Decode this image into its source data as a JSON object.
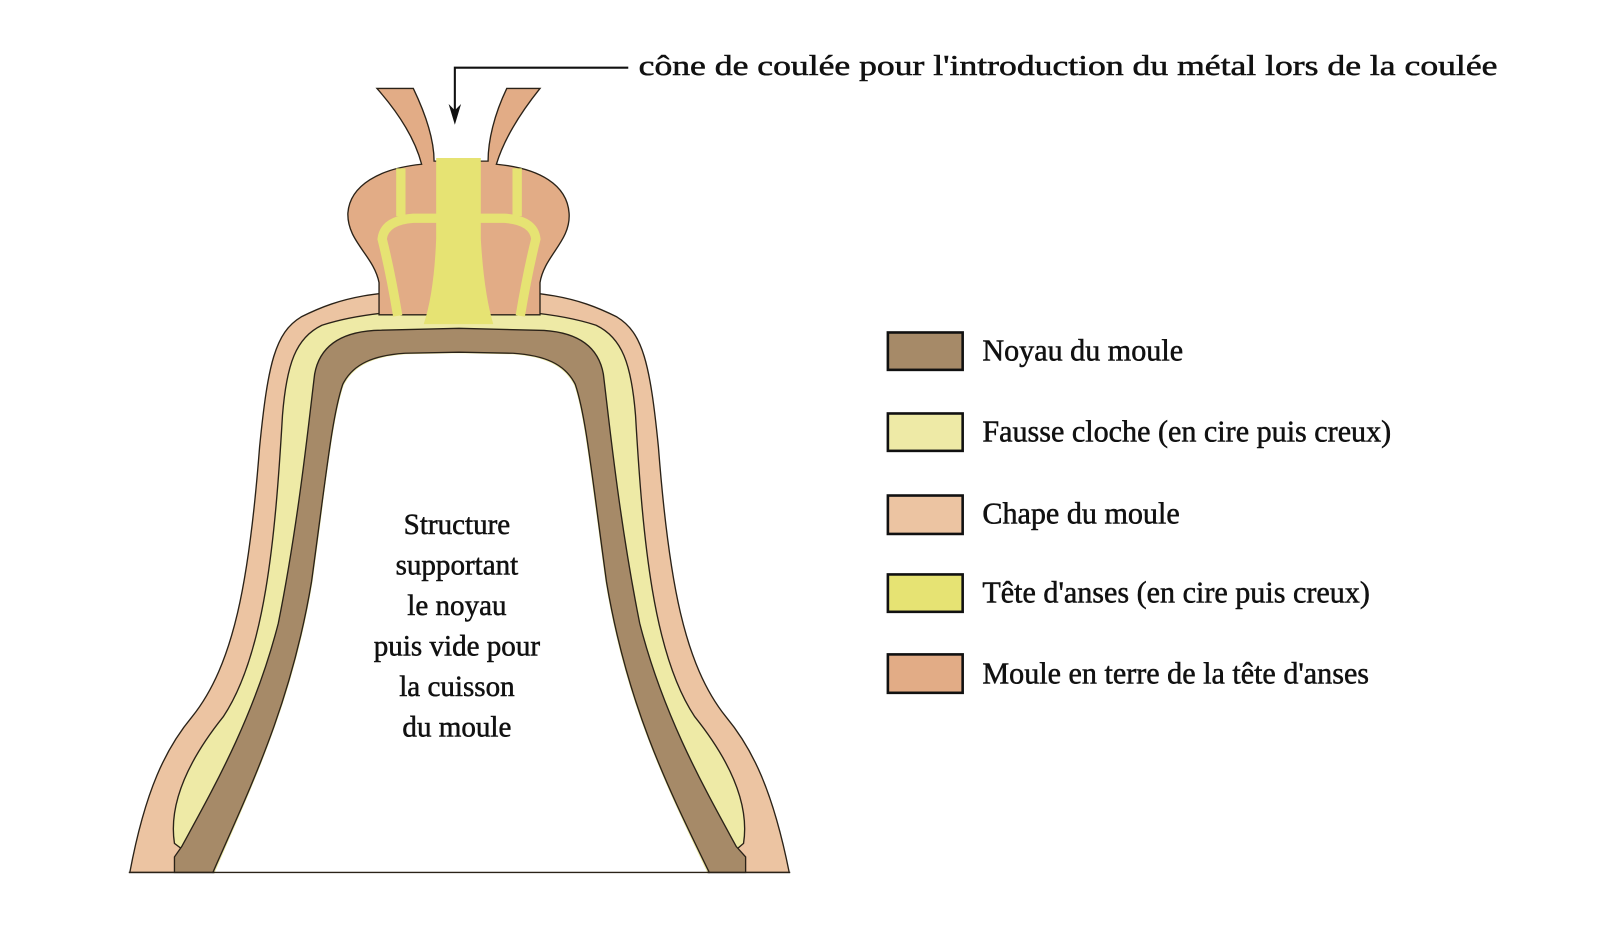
{
  "annotation": {
    "pouring_cone": "cône de coulée pour l'introduction du métal lors de la coulée"
  },
  "interior_label": {
    "lines": [
      "Structure",
      "supportant",
      "le noyau",
      "puis vide pour",
      "la cuisson",
      "du moule"
    ]
  },
  "legend": {
    "items": [
      {
        "label": "Noyau du moule",
        "color": "#a68a68"
      },
      {
        "label": "Fausse cloche (en cire puis creux)",
        "color": "#eeeaa6"
      },
      {
        "label": "Chape du moule",
        "color": "#ecc4a2"
      },
      {
        "label": "Tête d'anses (en cire puis creux)",
        "color": "#e6e373"
      },
      {
        "label": "Moule en terre de la tête d'anses",
        "color": "#e2ac86"
      }
    ]
  }
}
